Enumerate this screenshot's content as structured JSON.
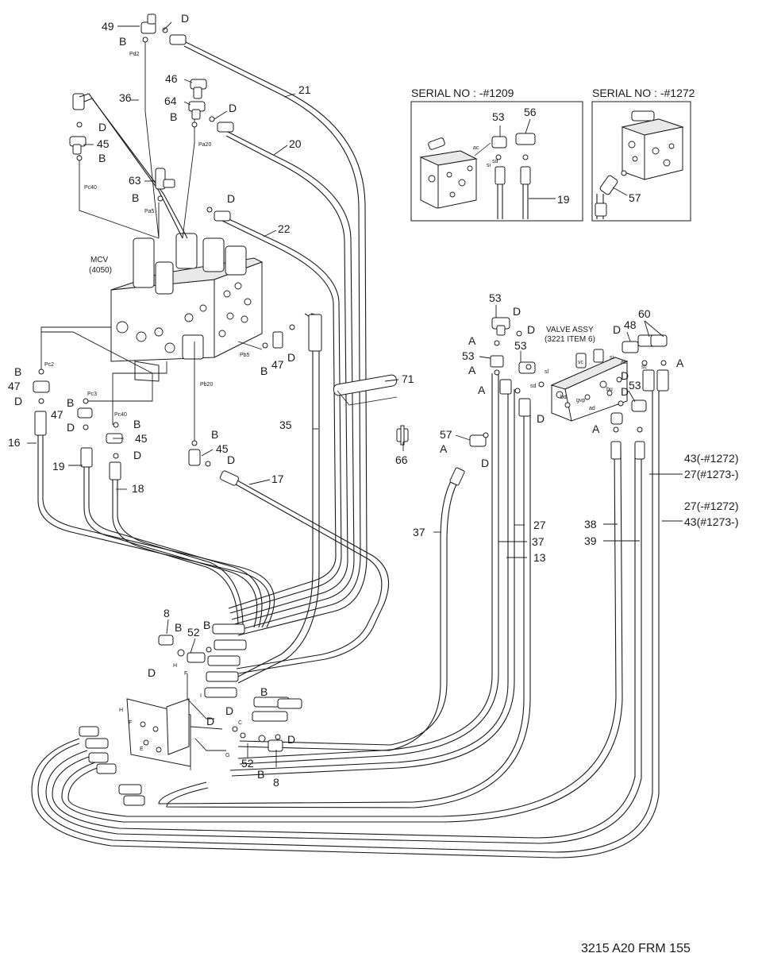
{
  "inset_1209": {
    "title": "SERIAL NO : -#1209",
    "labels": {
      "p53": "53",
      "p56": "56",
      "p19": "19",
      "ac": "ac",
      "si": "si",
      "sd": "sd"
    }
  },
  "inset_1272": {
    "title": "SERIAL NO : -#1272",
    "labels": {
      "p57": "57"
    }
  },
  "mcv": {
    "name": "MCV",
    "code": "(4050)"
  },
  "valve_assy": {
    "name": "VALVE ASSY",
    "item": "(3221 ITEM 6)",
    "ports": {
      "vc": "vc",
      "si": "si",
      "ac": "ac",
      "sc": "sc",
      "sd": "sd",
      "bd": "bd",
      "gvp": "gvp",
      "bu": "bu",
      "ad": "ad",
      "sl": "sl"
    }
  },
  "ports": {
    "pd2": "Pd2",
    "pa20": "Pa20",
    "pc40": "Pc40",
    "pa5": "Pa5",
    "pc2": "Pc2",
    "pc3": "Pc3",
    "pc40b": "Pc40",
    "pb5": "Pb5",
    "pb20": "Pb20"
  },
  "callouts": {
    "p49": "49",
    "p46": "46",
    "p64": "64",
    "p36": "36",
    "p45a": "45",
    "p63": "63",
    "p21": "21",
    "p20": "20",
    "p22": "22",
    "p47a": "47",
    "p35": "35",
    "p71": "71",
    "p66": "66",
    "p17": "17",
    "p16": "16",
    "p19": "19",
    "p18": "18",
    "p47b": "47",
    "p47c": "47",
    "p45b": "45",
    "p45c": "45",
    "p8a": "8",
    "p52a": "52",
    "p52b": "52",
    "p8b": "8",
    "p53a": "53",
    "p53b": "53",
    "p53c": "53",
    "p53d": "53",
    "p48": "48",
    "p60": "60",
    "p57": "57",
    "p37a": "37",
    "p27a": "27",
    "p37b": "37",
    "p13": "13",
    "p38": "38",
    "p39": "39",
    "p43_27_a": "43(-#1272)",
    "p43_27_b": "27(#1273-)",
    "p27_43_a": "27(-#1272)",
    "p27_43_b": "43(#1273-)"
  },
  "letters": {
    "a": "A",
    "b": "B",
    "d": "D",
    "e": "E",
    "f": "F",
    "h": "H",
    "g": "G",
    "c": "C",
    "i": "I"
  },
  "footer": {
    "code": "3215 A20 FRM 155"
  }
}
